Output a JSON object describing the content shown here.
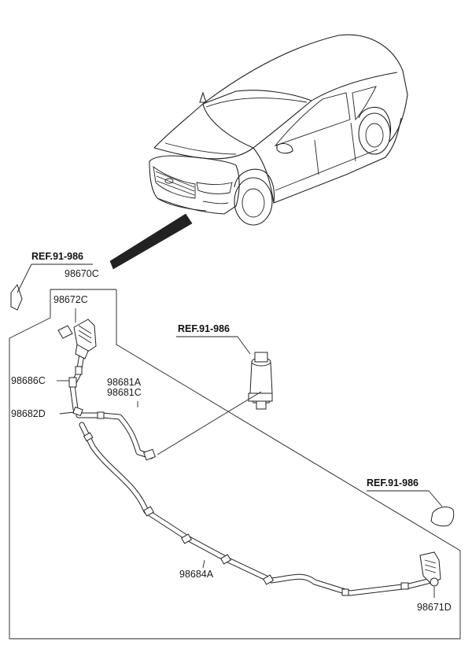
{
  "labels": {
    "ref_top_left": "REF.91-986",
    "ref_middle": "REF.91-986",
    "ref_right": "REF.91-986",
    "p98670C": "98670C",
    "p98672C": "98672C",
    "p98686C": "98686C",
    "p98681A": "98681A",
    "p98681C": "98681C",
    "p98682D": "98682D",
    "p98684A": "98684A",
    "p98671D": "98671D"
  }
}
